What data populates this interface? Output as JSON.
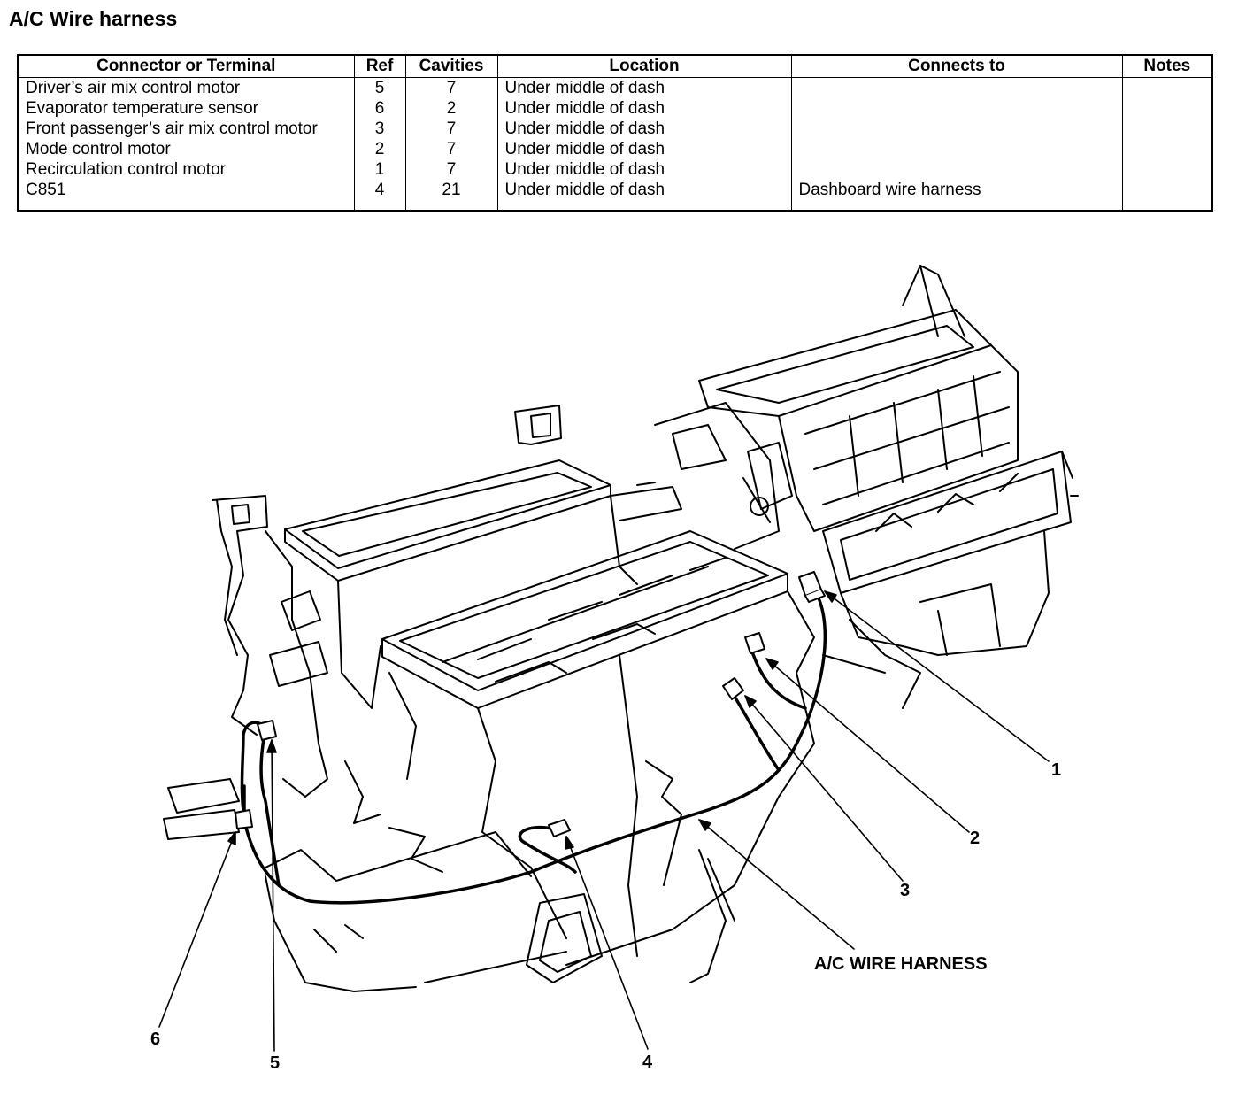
{
  "title": "A/C Wire harness",
  "table": {
    "headers": [
      "Connector or Terminal",
      "Ref",
      "Cavities",
      "Location",
      "Connects to",
      "Notes"
    ],
    "rows": [
      {
        "connector": "Driver’s air mix control motor",
        "ref": "5",
        "cavities": "7",
        "location": "Under middle of dash",
        "connects_to": "",
        "notes": ""
      },
      {
        "connector": "Evaporator temperature sensor",
        "ref": "6",
        "cavities": "2",
        "location": "Under middle of dash",
        "connects_to": "",
        "notes": ""
      },
      {
        "connector": "Front passenger’s air mix control motor",
        "ref": "3",
        "cavities": "7",
        "location": "Under middle of dash",
        "connects_to": "",
        "notes": ""
      },
      {
        "connector": "Mode control motor",
        "ref": "2",
        "cavities": "7",
        "location": "Under middle of dash",
        "connects_to": "",
        "notes": ""
      },
      {
        "connector": "Recirculation control motor",
        "ref": "1",
        "cavities": "7",
        "location": "Under middle of dash",
        "connects_to": "",
        "notes": ""
      },
      {
        "connector": "C851",
        "ref": "4",
        "cavities": "21",
        "location": "Under middle of dash",
        "connects_to": "Dashboard wire harness",
        "notes": ""
      }
    ]
  },
  "diagram": {
    "callouts": [
      "1",
      "2",
      "3",
      "4",
      "5",
      "6"
    ],
    "harness_label": "A/C WIRE HARNESS"
  }
}
